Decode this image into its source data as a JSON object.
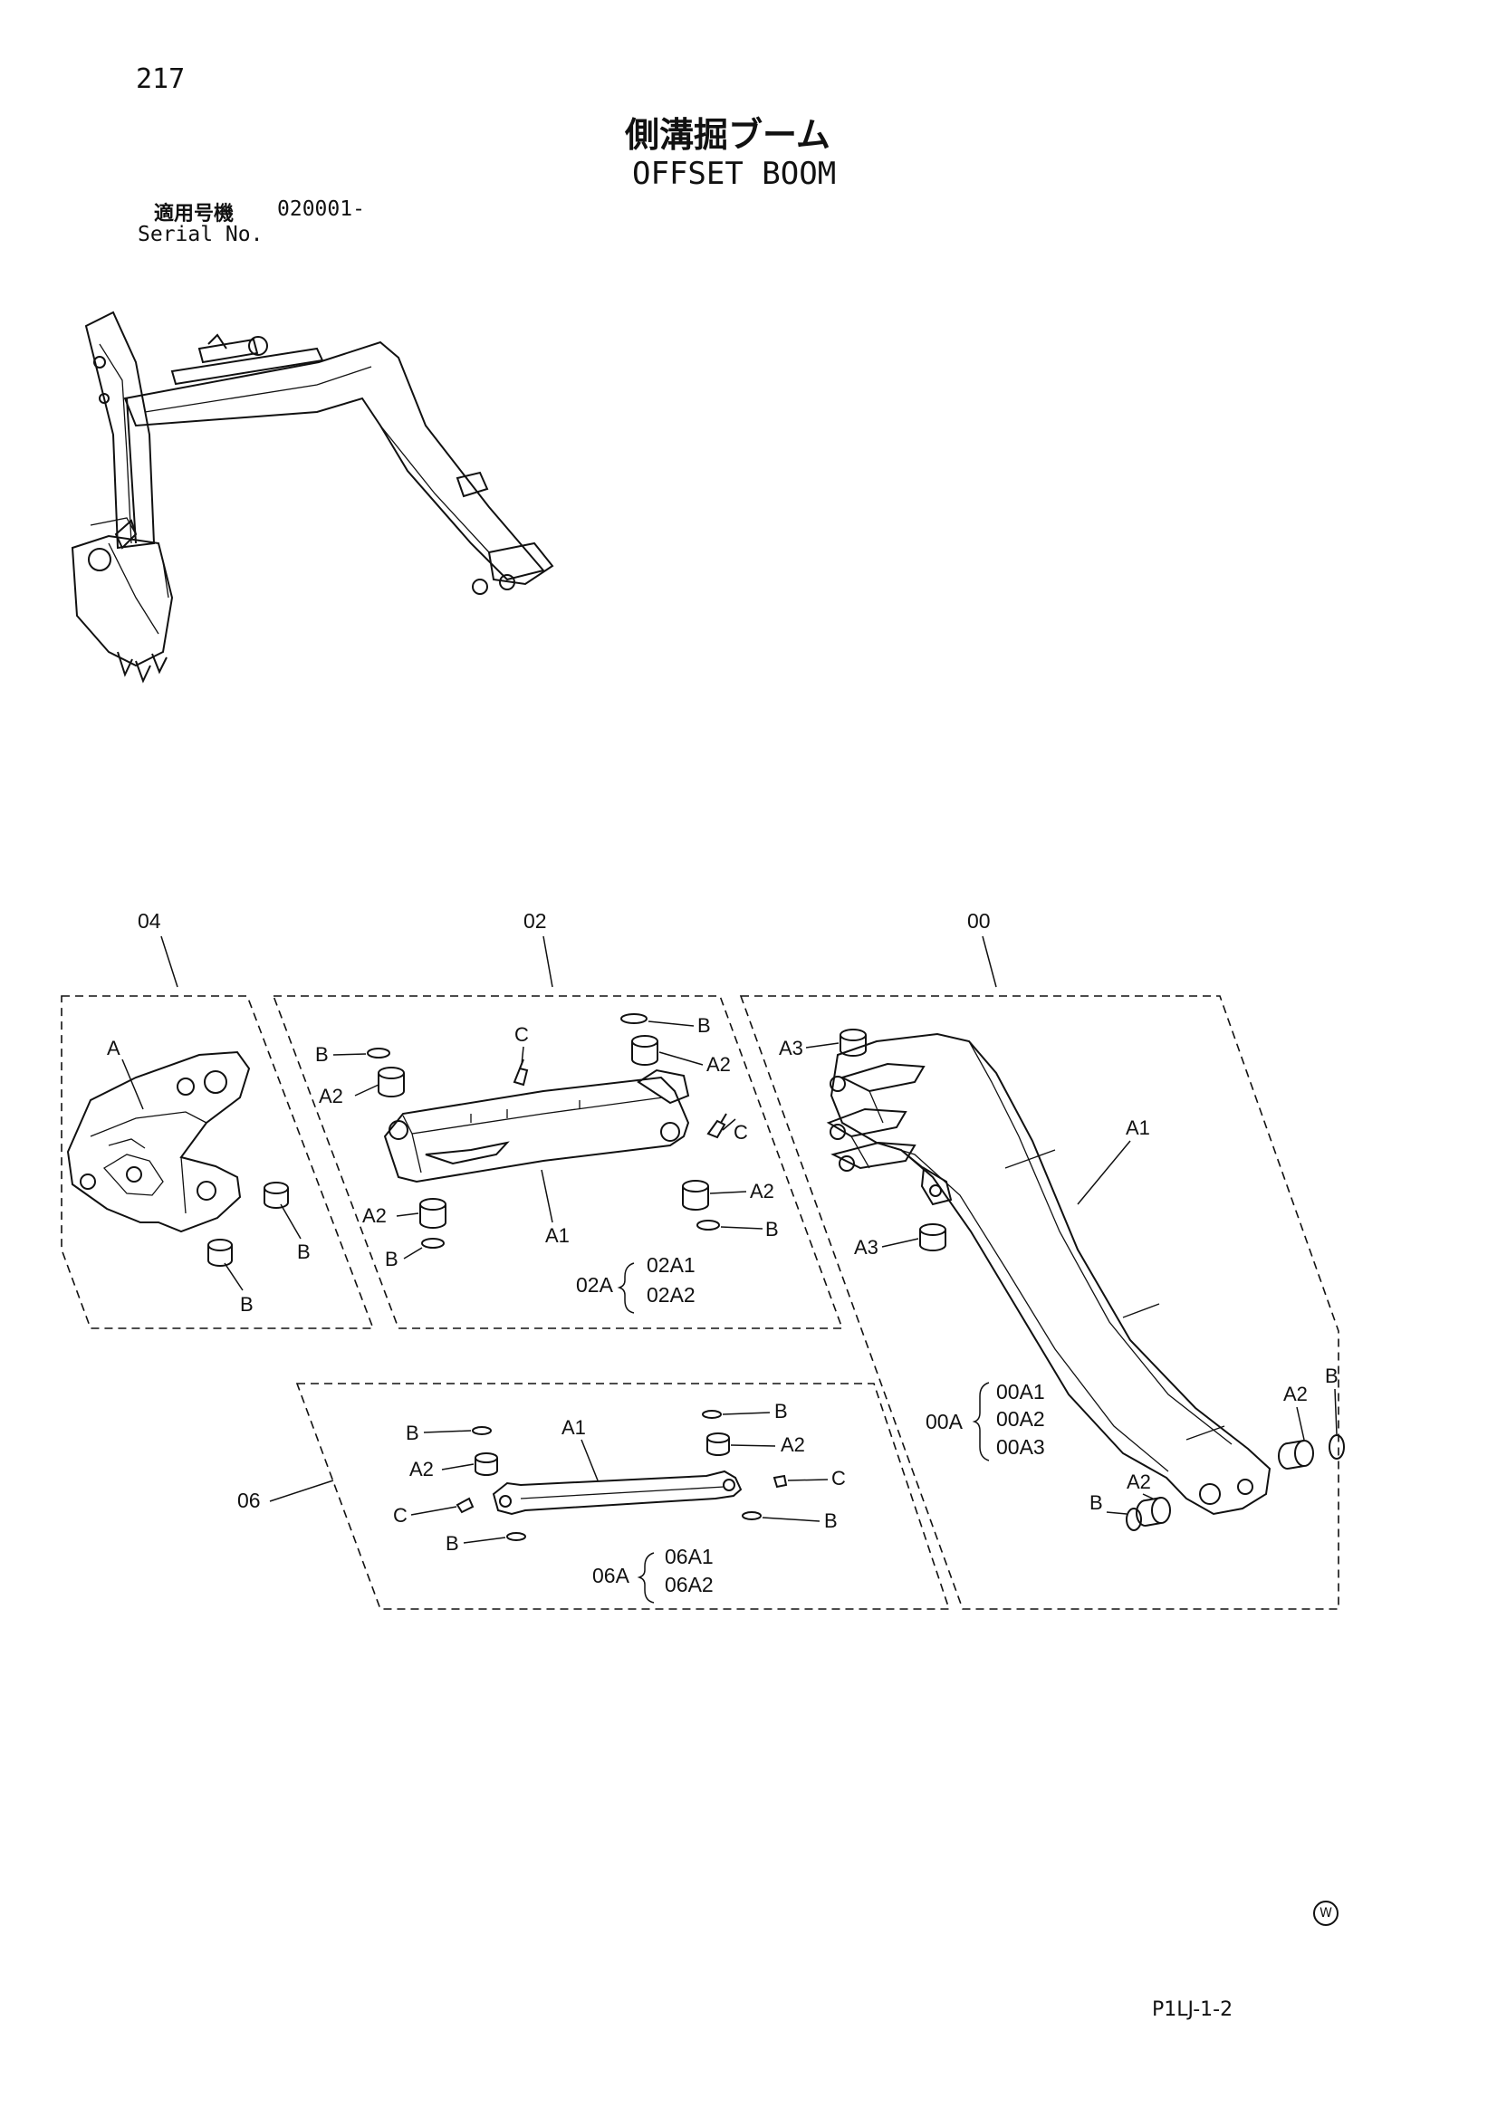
{
  "header": {
    "page_number": "217",
    "title_ja": "側溝掘ブーム",
    "title_en": "OFFSET BOOM",
    "serial_label_ja": "適用号機",
    "serial_value": "020001-",
    "serial_label_en": "Serial No."
  },
  "groups": {
    "g04": {
      "number": "04",
      "labels": {
        "a": "A",
        "b1": "B",
        "b2": "B"
      }
    },
    "g02": {
      "number": "02",
      "labels": {
        "b_top": "B",
        "a2_top": "A2",
        "c_top": "C",
        "b_left": "B",
        "a2_left": "A2",
        "c_right": "C",
        "a2_right": "A2",
        "b_right": "B",
        "a2_lower": "A2",
        "b_lower": "B",
        "a1": "A1"
      },
      "assembly": {
        "code": "02A",
        "items": [
          "02A1",
          "02A2"
        ]
      }
    },
    "g00": {
      "number": "00",
      "labels": {
        "a3_top": "A3",
        "a1": "A1",
        "a3_mid": "A3",
        "a2_r": "A2",
        "b_r": "B",
        "a2_l": "A2",
        "b_l": "B"
      },
      "assembly": {
        "code": "00A",
        "items": [
          "00A1",
          "00A2",
          "00A3"
        ]
      }
    },
    "g06": {
      "number": "06",
      "labels": {
        "b_tl": "B",
        "a1": "A1",
        "b_tr": "B",
        "a2_l": "A2",
        "a2_r": "A2",
        "c_l": "C",
        "c_r": "C",
        "b_bl": "B",
        "b_br": "B"
      },
      "assembly": {
        "code": "06A",
        "items": [
          "06A1",
          "06A2"
        ]
      }
    }
  },
  "footer": {
    "watermark": "W",
    "doc_code": "P1LJ-1-2"
  }
}
